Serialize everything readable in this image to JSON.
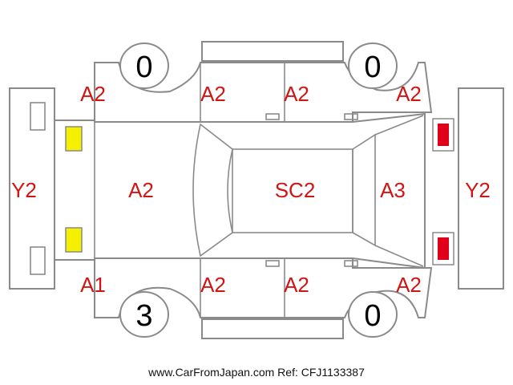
{
  "diagram": {
    "labels": {
      "front_bumper": "Y2",
      "rear_bumper": "Y2",
      "hood": "A2",
      "roof": "SC2",
      "trunk": "A3",
      "fender_front_top": "A2",
      "fender_front_bottom": "A1",
      "door_front_top": "A2",
      "door_rear_top": "A2",
      "quarter_top": "A2",
      "door_front_bottom": "A2",
      "door_rear_bottom": "A2",
      "quarter_bottom": "A2"
    },
    "tires": {
      "front_top": "0",
      "rear_top": "0",
      "front_bottom": "3",
      "rear_bottom": "0"
    },
    "colors": {
      "mark_text": "#d01515",
      "outline": "#8a8a8a",
      "front_lamps": "#f5f000",
      "rear_lamps": "#e0001a"
    }
  },
  "footer": {
    "text": "www.CarFromJapan.com Ref: CFJ1133387"
  }
}
